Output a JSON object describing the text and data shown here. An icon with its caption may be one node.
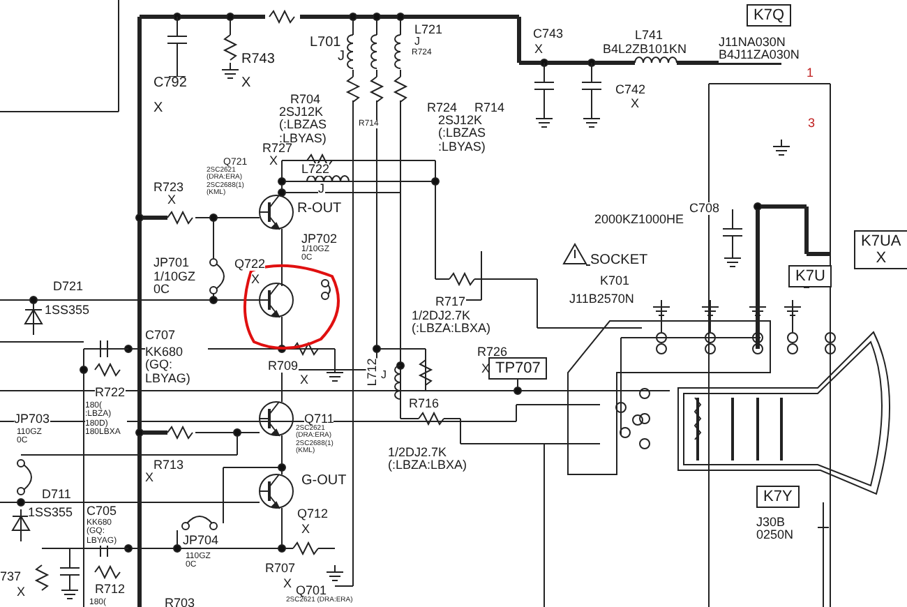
{
  "diagram": {
    "nodes": [
      {
        "text": [
          "K7Q"
        ]
      },
      {
        "text": [
          "K7UA",
          "X"
        ]
      },
      {
        "text": [
          "K7U"
        ]
      },
      {
        "text": [
          "TP707"
        ]
      },
      {
        "text": [
          "K7Y"
        ],
        "beside": [
          "J30B 0250N"
        ]
      }
    ],
    "labels": [
      "C792",
      "X",
      "R743",
      "X",
      "L701",
      "J",
      "L721",
      "J",
      "R724",
      "R714",
      "R704",
      "2SJ12K (:LBZAS :LBYAS)",
      "R724",
      "R714",
      "2SJ12K (:LBZAS :LBYAS)",
      "R727",
      "X",
      "Q721",
      "2SC2621 (DRA:ERA) 2SC2688(1) (KML)",
      "L722",
      "J",
      "R723",
      "X",
      "R-OUT",
      "JP702",
      "1/10GZ 0C",
      "JP701",
      "1/10GZ 0C",
      "Q722",
      "X",
      "D721",
      "1SS355",
      "C743",
      "X",
      "L741",
      "B4L2ZB101KN",
      "J11NA030N B4J11ZA030N",
      "1",
      "3",
      "C742",
      "X",
      "C708",
      "2000KZ1000HE",
      "SOCKET",
      "K701",
      "J11B2570N",
      "R717",
      "1/2DJ2.7K (:LBZA:LBXA)",
      "R726",
      "X",
      "C707",
      "KK680 (GQ: LBYAG)",
      "R709",
      "X",
      "L712",
      "J",
      "R722",
      "180( :LBZA) 180D) 180LBXA",
      "JP703",
      "110GZ 0C",
      "R716",
      "1/2DJ2.7K (:LBZA:LBXA)",
      "Q711",
      "2SC2621 (DRA:ERA) 2SC2688(1) (KML)",
      "R713",
      "X",
      "G-OUT",
      "D711",
      "1SS355",
      "C705",
      "KK680 (GQ: LBYAG)",
      "Q712",
      "X",
      "JP704",
      "110GZ 0C",
      "R707",
      "X",
      "737",
      "X",
      "R712",
      "180(",
      "Q701",
      "2SC2621 (DRA:ERA)",
      "R703"
    ]
  }
}
